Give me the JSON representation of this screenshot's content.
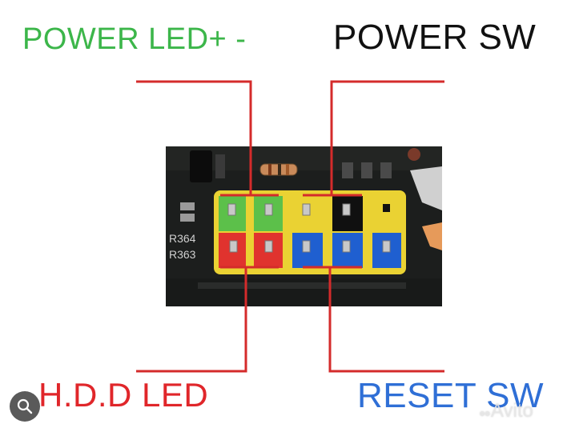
{
  "labels": {
    "power_led": "POWER LED+ -",
    "power_sw": "POWER SW",
    "hdd_led": "H.D.D LED",
    "reset_sw": "RESET SW"
  },
  "board_markings": {
    "r364": "R364",
    "r363": "R363"
  },
  "watermark": "Avito",
  "colors": {
    "power_led": "#3cb64a",
    "power_sw": "#111111",
    "hdd_led": "#e0262a",
    "reset_sw": "#2f6fd6",
    "connector_line": "#d42b2b",
    "pin_green": "#5cc04a",
    "pin_red": "#e0332e",
    "pin_blue": "#1f5fd0",
    "pin_black": "#101010",
    "header_yellow": "#f0d83a"
  },
  "icons": {
    "search": "search-icon",
    "watermark": "avito-logo"
  }
}
